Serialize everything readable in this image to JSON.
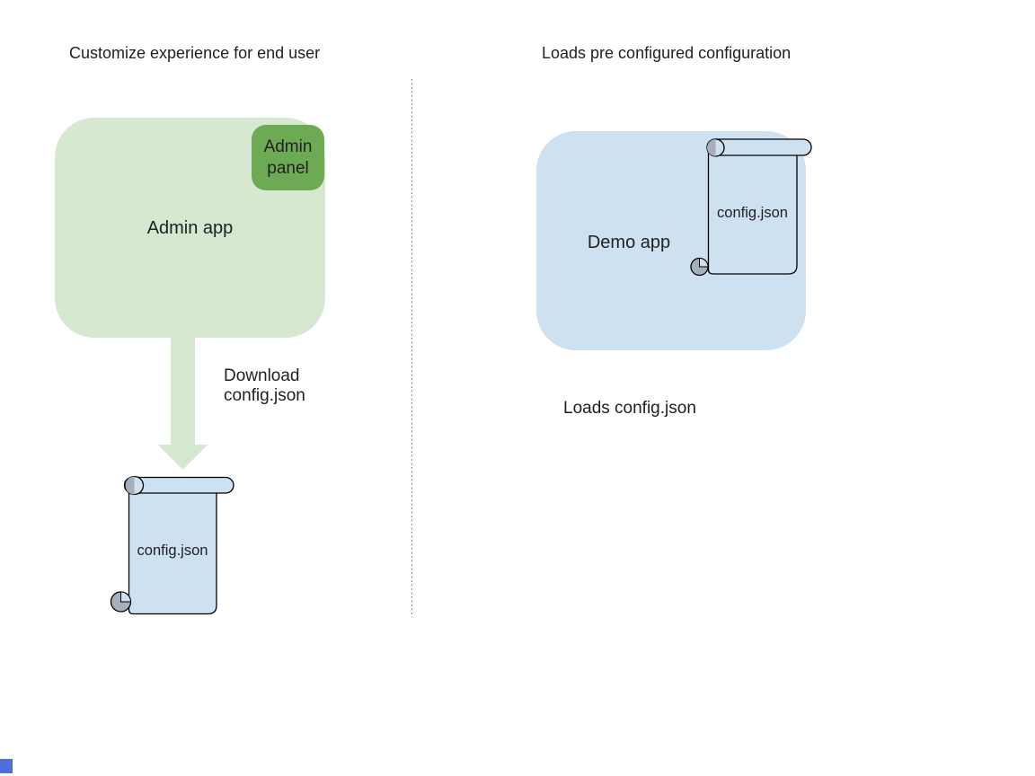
{
  "background": "#ffffff",
  "colors": {
    "light-green": "#d7e8d0",
    "dark-green": "#6caa53",
    "light-blue": "#cee1f1",
    "curl-gray": "#a6b0bc",
    "stroke-black": "#000000",
    "text": "#202124",
    "divider-gray": "#8f8f8f",
    "marker-blue": "#4c6fdc"
  },
  "left": {
    "title": "Customize experience for end user",
    "admin_app_label": "Admin app",
    "admin_panel_label": "Admin panel",
    "arrow_caption": "Download config.json",
    "config_file_label": "config.json"
  },
  "right": {
    "title": "Loads pre configured configuration",
    "demo_app_label": "Demo app",
    "config_file_label": "config.json",
    "caption": "Loads config.json"
  }
}
